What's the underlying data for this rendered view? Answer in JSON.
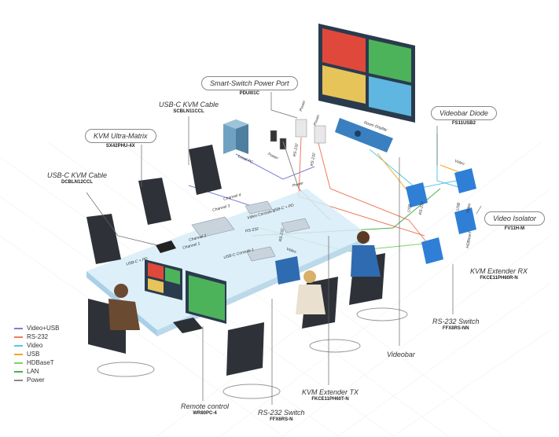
{
  "legend": [
    {
      "label": "Video+USB",
      "color": "#7b7fd6"
    },
    {
      "label": "RS-232",
      "color": "#f07a5c"
    },
    {
      "label": "Video",
      "color": "#5bc7e6"
    },
    {
      "label": "USB",
      "color": "#f5a623"
    },
    {
      "label": "HDBaseT",
      "color": "#7fcf6a"
    },
    {
      "label": "LAN",
      "color": "#4caf50"
    },
    {
      "label": "Power",
      "color": "#888888"
    }
  ],
  "labels": {
    "power_port": {
      "title": "Smart-Switch Power Port",
      "sku": "PDUI01C"
    },
    "usbc_kvm_top": {
      "title": "USB-C KVM Cable",
      "sku": "SCBLN11CCL"
    },
    "kvm_matrix": {
      "title": "KVM Ultra-Matrix",
      "sku": "SX42PHU-4X"
    },
    "usbc_kvm_left": {
      "title": "USB-C KVM Cable",
      "sku": "DCBLN12CCL"
    },
    "videobar_diode": {
      "title": "Videobar Diode",
      "sku": "FS11USB2"
    },
    "video_isolator": {
      "title": "Video Isolator",
      "sku": "FV11H-M"
    },
    "kvm_ext_rx": {
      "title": "KVM Extender RX",
      "sku": "FKCE11PH60R-N"
    },
    "rs232_right": {
      "title": "RS-232 Switch",
      "sku": "FFX8RS-NN"
    },
    "videobar": {
      "title": "Videobar"
    },
    "kvm_ext_tx": {
      "title": "KVM Extender TX",
      "sku": "FKCE11PH60T-N"
    },
    "remote": {
      "title": "Remote control",
      "sku": "WR80PC-4"
    },
    "rs232_bottom": {
      "title": "RS-232 Switch",
      "sku": "FFX6RS-N"
    }
  },
  "cable_tags": {
    "power1": "Power",
    "power2": "Power",
    "power3": "Power",
    "power4": "Power",
    "rs232_a": "RS-232",
    "rs232_b": "RS-232",
    "rs232_c": "RS-232",
    "rs232_d": "RS-232",
    "rs232_e": "RS-232",
    "local_pc": "Local PC",
    "room_display": "Room Display",
    "channel4": "Channel 4",
    "channel3": "Channel 3",
    "channel2": "Channel 2",
    "channel1": "Channel 1",
    "usbc_pd1": "USB-C + PD",
    "usbc_pd2": "USB-C + PD",
    "video_a": "Video",
    "video_b": "Video",
    "video_c": "Video",
    "usb_a": "USB",
    "usb_b": "USB",
    "hdmi": "HDBaseT",
    "video_console": "Video Console 1",
    "usbc_console": "USB-C Console 1"
  }
}
